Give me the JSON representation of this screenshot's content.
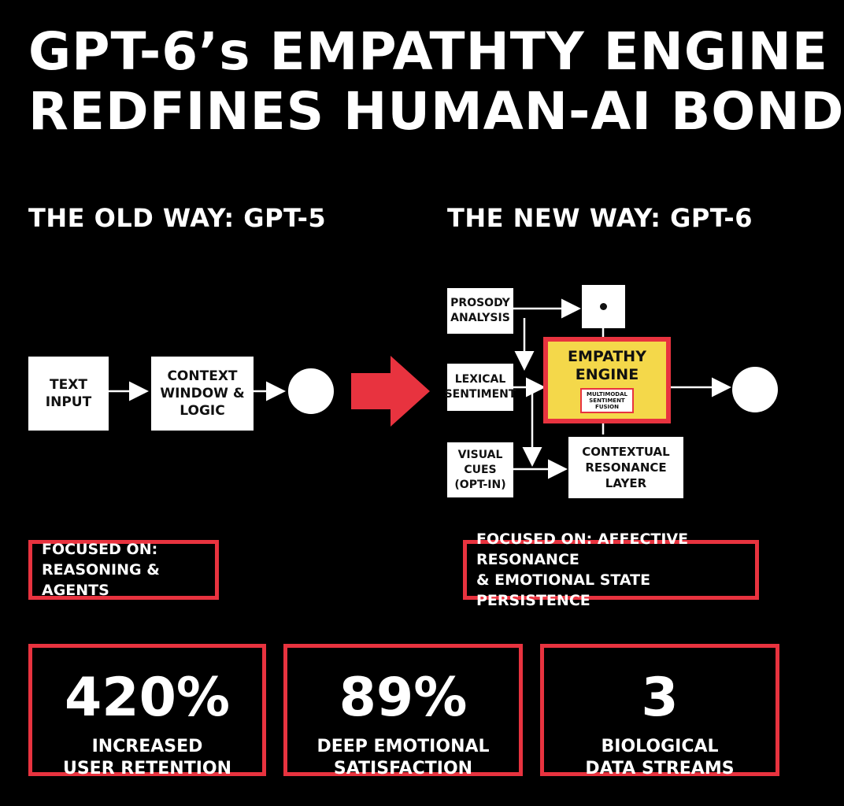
{
  "title": {
    "line1": "GPT-6’s EMPATHTY ENGINE",
    "line2": "REDFINES HUMAN-AI BOND"
  },
  "old_way": {
    "heading": "THE OLD WAY: GPT-5",
    "text_input": "TEXT\nINPUT",
    "context": "CONTEXT\nWINDOW &\nLOGIC",
    "focus": "FOCUSED ON:\nREASONING & AGENTS"
  },
  "new_way": {
    "heading": "THE NEW WAY: GPT-6",
    "prosody": "PROSODY\nANALYSIS",
    "lexical": "LEXICAL\nSENTIMENT",
    "visual": "VISUAL\nCUES\n(OPT-IN)",
    "engine_title": "EMPATHY\nENGINE",
    "engine_sub": "MULTIMODAL\nSENTIMENT\nFUSION",
    "contextual": "CONTEXTUAL\nRESONANCE\nLAYER",
    "focus": "FOCUSED ON: AFFECTIVE RESONANCE\n& EMOTIONAL STATE PERSISTENCE"
  },
  "stats": [
    {
      "value": "420%",
      "label": "INCREASED\nUSER RETENTION"
    },
    {
      "value": "89%",
      "label": "DEEP EMOTIONAL\nSATISFACTION"
    },
    {
      "value": "3",
      "label": "BIOLOGICAL\nDATA STREAMS"
    }
  ],
  "colors": {
    "accent_red": "#e8333f",
    "engine_yellow": "#f4d84a",
    "background": "#000000"
  }
}
